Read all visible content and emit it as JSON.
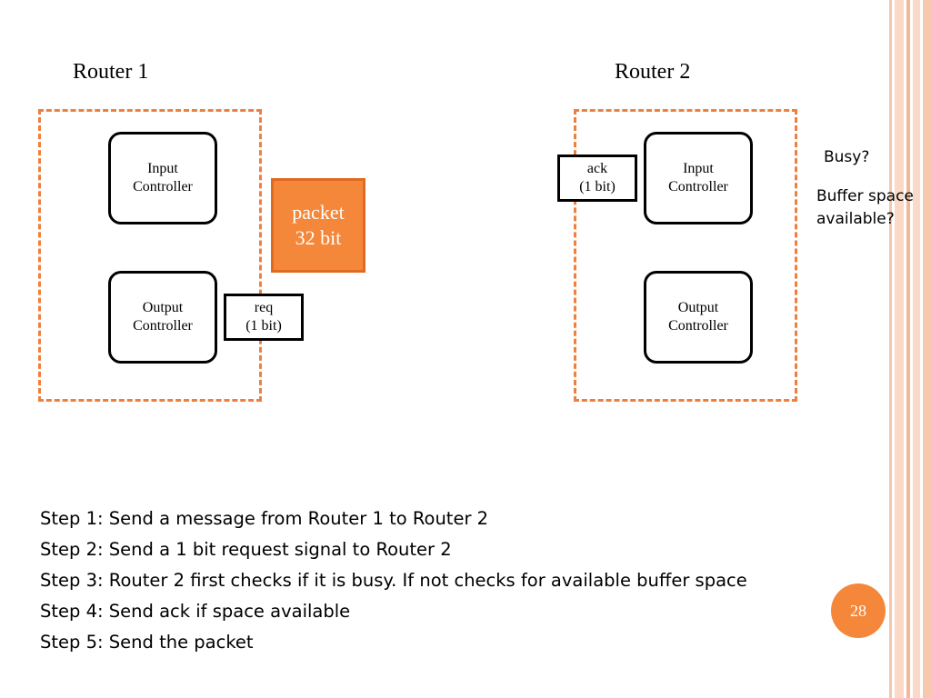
{
  "slide": {
    "accent_color": "#f5873a",
    "router1": {
      "title": "Router 1",
      "input_controller": "Input\nController",
      "output_controller": "Output\nController",
      "req_signal": "req\n(1 bit)"
    },
    "router2": {
      "title": "Router 2",
      "input_controller": "Input\nController",
      "output_controller": "Output\nController",
      "ack_signal": "ack\n(1 bit)"
    },
    "packet": "packet\n32 bit",
    "notes": {
      "busy": "Busy?",
      "buffer": "Buffer space\navailable?"
    },
    "steps": [
      "Step 1: Send a message from Router 1 to Router 2",
      "Step 2: Send a 1 bit request signal to Router 2",
      "Step 3: Router 2 first checks if it is busy. If not checks for available buffer space",
      "Step 4: Send ack if space available",
      "Step 5: Send the packet"
    ],
    "page_number": "28"
  }
}
